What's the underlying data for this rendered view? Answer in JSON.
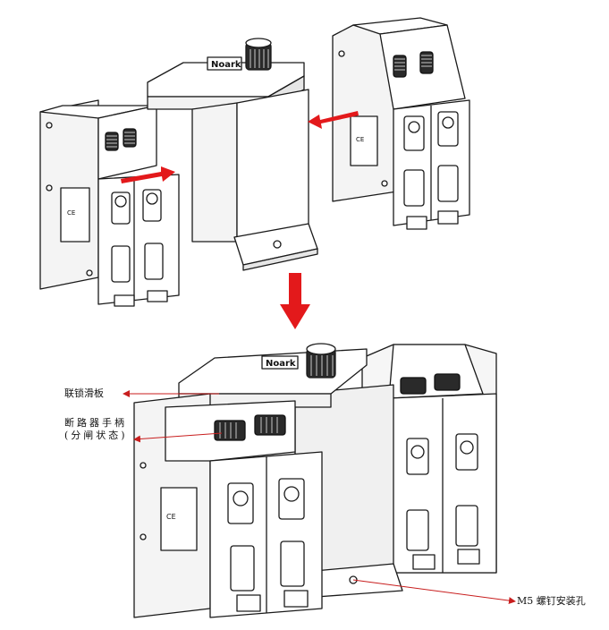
{
  "labels": {
    "interlock_slider": "联锁滑板",
    "breaker_handle": "断路器手柄(分闸状态)",
    "mount_hole": "M5 螺钉安装孔"
  },
  "brand_text": "Noark",
  "colors": {
    "outline": "#1a1a1a",
    "arrow_red": "#e3191b",
    "leader": "#c81e1e",
    "body_fill": "#ffffff",
    "shade": "#d8d8d8"
  }
}
